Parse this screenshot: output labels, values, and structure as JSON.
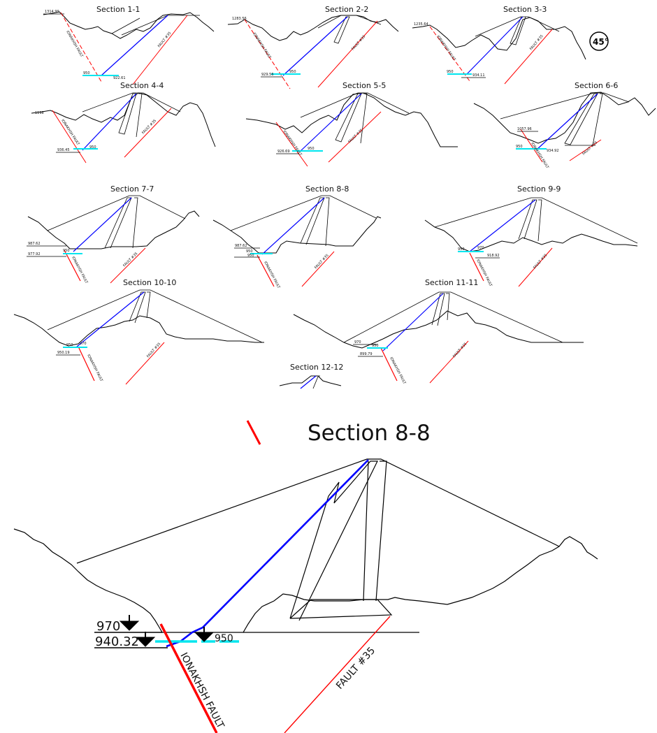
{
  "sections": [
    {
      "title": "Section 1-1",
      "levels": [
        "1314.99",
        "950",
        "922.61"
      ]
    },
    {
      "title": "Section 2-2",
      "levels": [
        "1283.56",
        "929.56",
        "950"
      ]
    },
    {
      "title": "Section 3-3",
      "levels": [
        "1235.64",
        "950",
        "934.11"
      ]
    },
    {
      "title": "Section 4-4",
      "levels": [
        "1198",
        "936.45",
        "950"
      ]
    },
    {
      "title": "Section 5-5",
      "levels": [
        "926.69",
        "950"
      ]
    },
    {
      "title": "Section 6-6",
      "levels": [
        "1057.96",
        "950",
        "934.92"
      ]
    },
    {
      "title": "Section 7-7",
      "levels": [
        "987.62",
        "950",
        "977.92"
      ]
    },
    {
      "title": "Section 8-8",
      "levels": [
        "987.62",
        "950",
        "950"
      ]
    },
    {
      "title": "Section 9-9",
      "levels": [
        "950",
        "970",
        "918.92"
      ]
    },
    {
      "title": "Section 10-10",
      "levels": [
        "950",
        "970",
        "950.19"
      ]
    },
    {
      "title": "Section 11-11",
      "levels": [
        "970",
        "950",
        "899.79"
      ]
    },
    {
      "title": "Section 12-12",
      "levels": []
    }
  ],
  "compass_label": "45°",
  "fault_labels_small": {
    "ionakhsh": "IONAKHSH FAULT",
    "fault35": "FAULT #35"
  },
  "detail": {
    "title": "Section 8-8",
    "level_970": "970",
    "level_940": "940.32",
    "level_950": "950",
    "fault_ionakhsh": "IONAKHSH FAULT",
    "fault_35": "FAULT #35"
  },
  "colors": {
    "ground": "#000000",
    "seepage_line": "#0000ff",
    "fault": "#ff0000",
    "water": "#00e5ee"
  }
}
